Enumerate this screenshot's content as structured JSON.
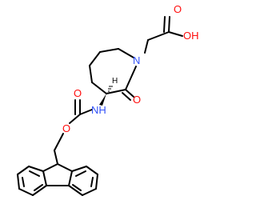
{
  "molecule": {
    "atom_labels": {
      "oh": "OH",
      "carboxyl_o": "O",
      "ring_n": "N",
      "lactam_o": "O",
      "nh": "NH",
      "carbamate_o": "O",
      "ester_o": "O",
      "stereo_h": "H"
    }
  },
  "colors": {
    "bond": "#000000",
    "oxygen": "#ff0d0d",
    "nitrogen": "#3050f8",
    "hydrogen": "#000000"
  }
}
